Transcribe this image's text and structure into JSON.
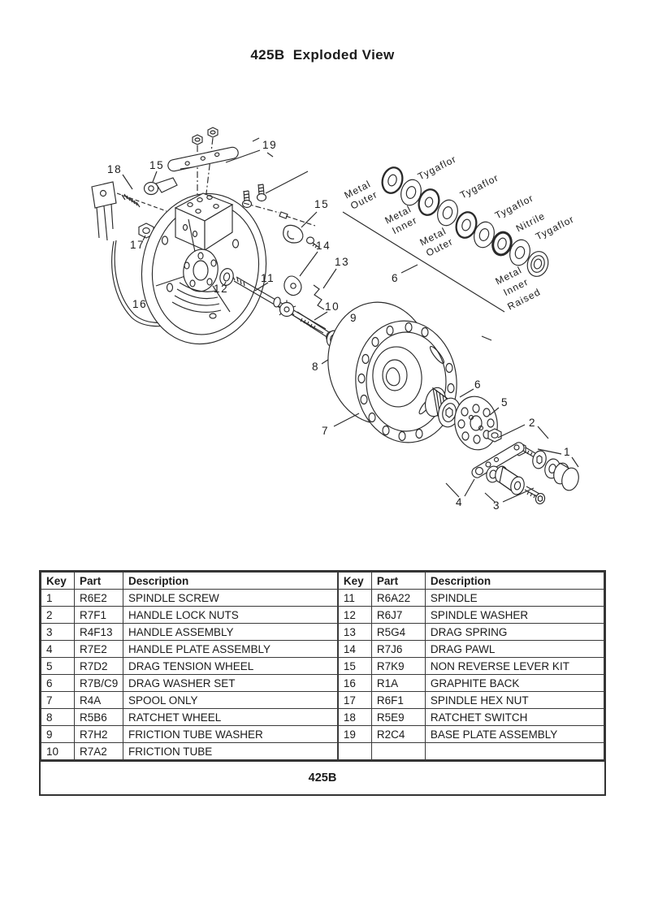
{
  "page": {
    "title": "425B  Exploded View"
  },
  "diagram": {
    "callouts": {
      "n1": "1",
      "n2": "2",
      "n3": "3",
      "n4": "4",
      "n5": "5",
      "n6_washers": "6",
      "n6_stack": "6",
      "n7": "7",
      "n8": "8",
      "n9": "9",
      "n10": "10",
      "n11": "11",
      "n12": "12",
      "n13": "13",
      "n14": "14",
      "n15_left": "15",
      "n15_right": "15",
      "n16": "16",
      "n17": "17",
      "n18": "18",
      "n19": "19"
    },
    "washer_labels": {
      "metal_outer_1": [
        "Metal",
        "Outer"
      ],
      "tygaflor_1": [
        "Tygaflor"
      ],
      "metal_inner_1": [
        "Metal",
        "Inner"
      ],
      "tygaflor_2": [
        "Tygaflor"
      ],
      "metal_outer_2": [
        "Metal",
        "Outer"
      ],
      "tygaflor_3": [
        "Tygaflor"
      ],
      "nitrile": [
        "Nitrile"
      ],
      "tygaflor_4": [
        "Tygaflor"
      ],
      "metal_inner_raised": [
        "Metal",
        "Inner",
        "Raised"
      ]
    }
  },
  "parts_table": {
    "headers": [
      "Key",
      "Part",
      "Description"
    ],
    "left_rows": [
      [
        "1",
        "R6E2",
        "SPINDLE SCREW"
      ],
      [
        "2",
        "R7F1",
        "HANDLE LOCK NUTS"
      ],
      [
        "3",
        "R4F13",
        "HANDLE ASSEMBLY"
      ],
      [
        "4",
        "R7E2",
        "HANDLE PLATE ASSEMBLY"
      ],
      [
        "5",
        "R7D2",
        "DRAG TENSION WHEEL"
      ],
      [
        "6",
        "R7B/C9",
        "DRAG WASHER SET"
      ],
      [
        "7",
        "R4A",
        "SPOOL ONLY"
      ],
      [
        "8",
        "R5B6",
        "RATCHET WHEEL"
      ],
      [
        "9",
        "R7H2",
        "FRICTION TUBE WASHER"
      ],
      [
        "10",
        "R7A2",
        "FRICTION TUBE"
      ]
    ],
    "right_rows": [
      [
        "11",
        "R6A22",
        "SPINDLE"
      ],
      [
        "12",
        "R6J7",
        "SPINDLE WASHER"
      ],
      [
        "13",
        "R5G4",
        "DRAG SPRING"
      ],
      [
        "14",
        "R7J6",
        "DRAG PAWL"
      ],
      [
        "15",
        "R7K9",
        "NON REVERSE LEVER KIT"
      ],
      [
        "16",
        "R1A",
        "GRAPHITE BACK"
      ],
      [
        "17",
        "R6F1",
        "SPINDLE HEX NUT"
      ],
      [
        "18",
        "R5E9",
        "RATCHET SWITCH"
      ],
      [
        "19",
        "R2C4",
        "BASE PLATE ASSEMBLY"
      ],
      [
        "",
        "",
        ""
      ]
    ],
    "footer": "425B"
  }
}
